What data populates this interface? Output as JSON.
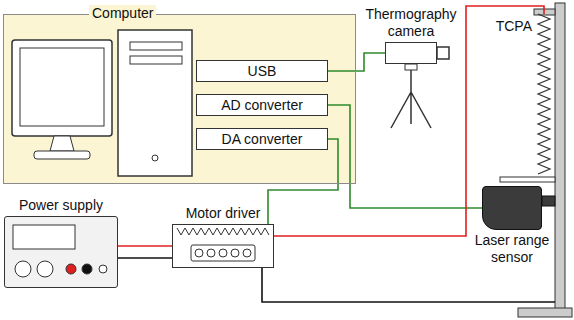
{
  "diagram": {
    "nodes": [
      {
        "text": [
          "Computer"
        ]
      },
      {
        "text": [
          "USB"
        ],
        "in": 0
      },
      {
        "text": [
          "AD converter"
        ],
        "in": 0
      },
      {
        "text": [
          "DA converter"
        ],
        "in": 0
      },
      {
        "text": [
          "Thermography camera"
        ]
      },
      {
        "text": [
          "TCPA"
        ]
      },
      {
        "text": [
          "Laser range sensor"
        ]
      },
      {
        "text": [
          "Power supply"
        ]
      },
      {
        "text": [
          "Motor driver"
        ]
      }
    ],
    "edges": [
      {
        "from": 1,
        "to": 4,
        "arrow": "none"
      },
      {
        "from": 2,
        "to": 6,
        "arrow": "none"
      },
      {
        "from": 3,
        "to": 8,
        "arrow": "none"
      },
      {
        "from": 7,
        "to": 8,
        "arrow": "none"
      },
      {
        "from": 8,
        "to": 5,
        "arrow": "none"
      }
    ]
  }
}
